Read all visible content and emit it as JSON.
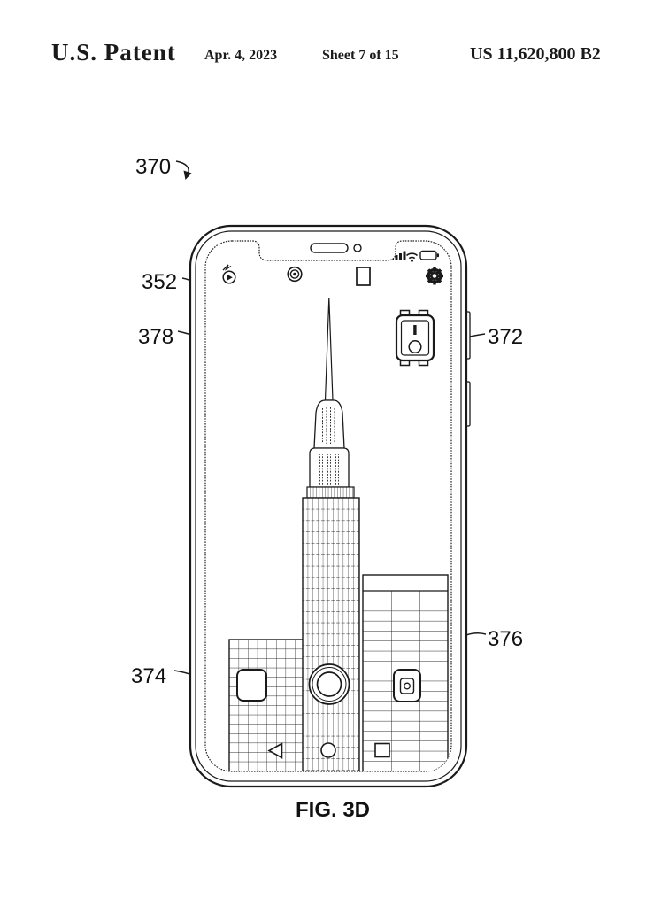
{
  "header": {
    "title": "U.S. Patent",
    "date": "Apr. 4, 2023",
    "sheet": "Sheet 7 of 15",
    "patent_number": "US 11,620,800 B2"
  },
  "figure": {
    "caption": "FIG. 3D",
    "reference_labels": {
      "overall": "370",
      "device": "352",
      "viewfinder": "378",
      "switch_icon": "372",
      "left_building": "374",
      "right_building": "376"
    },
    "icons": {
      "status_bar": [
        "signal-bars-icon",
        "wifi-icon",
        "battery-icon"
      ],
      "camera_toolbar": [
        "flash-icon",
        "lens-icon",
        "portrait-frame-icon",
        "gear-icon"
      ],
      "screen_overlays": [
        "switch-icon",
        "app-button",
        "camera-roll-icon",
        "shutter-button"
      ],
      "nav_bar": [
        "back-triangle-icon",
        "home-circle-icon",
        "recents-square-icon"
      ]
    },
    "colors": {
      "ink": "#1a1a1a",
      "paper": "#ffffff"
    }
  }
}
